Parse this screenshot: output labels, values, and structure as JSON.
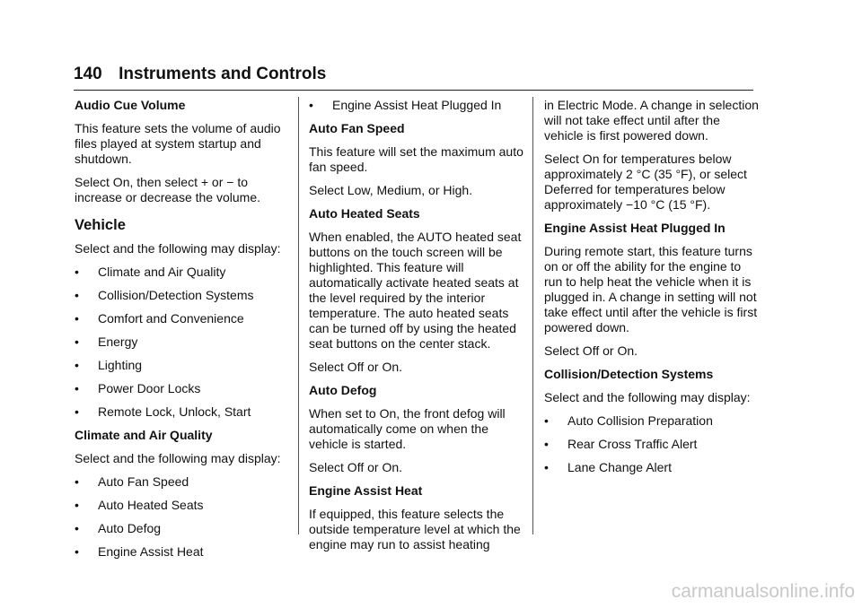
{
  "header": {
    "page_number": "140",
    "title": "Instruments and Controls"
  },
  "bullet_char": "•",
  "col1": {
    "audio_cue_heading": "Audio Cue Volume",
    "audio_cue_p1": "This feature sets the volume of audio files played at system startup and shutdown.",
    "audio_cue_p2": "Select On, then select + or − to increase or decrease the volume.",
    "vehicle_heading": "Vehicle",
    "vehicle_p1": "Select and the following may display:",
    "vehicle_items": [
      "Climate and Air Quality",
      "Collision/Detection Systems",
      "Comfort and Convenience",
      "Energy",
      "Lighting",
      "Power Door Locks",
      "Remote Lock, Unlock, Start"
    ],
    "climate_heading": "Climate and Air Quality",
    "climate_p1": "Select and the following may display:",
    "climate_items": [
      "Auto Fan Speed",
      "Auto Heated Seats",
      "Auto Defog",
      "Engine Assist Heat"
    ]
  },
  "col2": {
    "top_item": "Engine Assist Heat Plugged In",
    "fan_heading": "Auto Fan Speed",
    "fan_p1": "This feature will set the maximum auto fan speed.",
    "fan_p2": "Select Low, Medium, or High.",
    "seats_heading": "Auto Heated Seats",
    "seats_p1": "When enabled, the AUTO heated seat buttons on the touch screen will be highlighted. This feature will automatically activate heated seats at the level required by the interior temperature. The auto heated seats can be turned off by using the heated seat buttons on the center stack.",
    "seats_p2": "Select Off or On.",
    "defog_heading": "Auto Defog",
    "defog_p1": "When set to On, the front defog will automatically come on when the vehicle is started.",
    "defog_p2": "Select Off or On.",
    "eah_heading": "Engine Assist Heat",
    "eah_p1": "If equipped, this feature selects the outside temperature level at which the engine may run to assist heating"
  },
  "col3": {
    "eah_cont": "in Electric Mode. A change in selection will not take effect until after the vehicle is first powered down.",
    "eah_p2": "Select On for temperatures below approximately 2 °C (35 °F), or select Deferred for temperatures below approximately −10 °C (15 °F).",
    "plug_heading": "Engine Assist Heat Plugged In",
    "plug_p1": "During remote start, this feature turns on or off the ability for the engine to run to help heat the vehicle when it is plugged in. A change in setting will not take effect until after the vehicle is first powered down.",
    "plug_p2": "Select Off or On.",
    "coll_heading": "Collision/Detection Systems",
    "coll_p1": "Select and the following may display:",
    "coll_items": [
      "Auto Collision Preparation",
      "Rear Cross Traffic Alert",
      "Lane Change Alert"
    ]
  },
  "watermark": "carmanualsonline.info"
}
